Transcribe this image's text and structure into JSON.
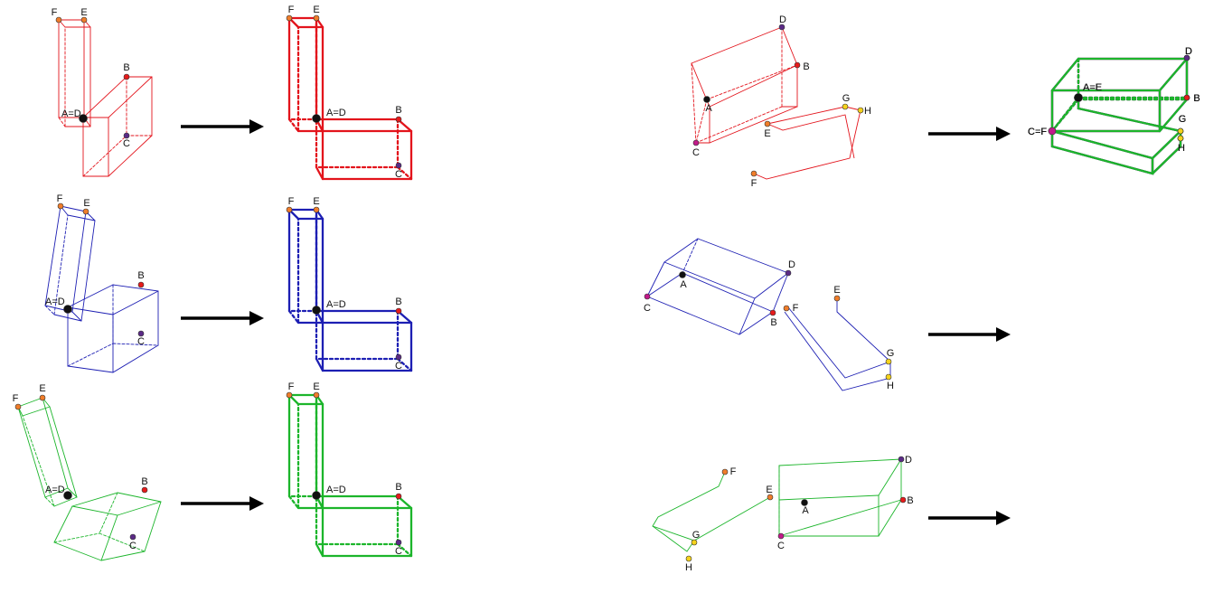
{
  "colors": {
    "red": "#e3141c",
    "blue": "#1d1fb3",
    "green": "#1cb52b",
    "arrow": "#000000",
    "point_orange": "#f07d2a",
    "point_red": "#e61b1b",
    "point_magenta": "#c21a8a",
    "point_yellow": "#f5d21c",
    "point_purple": "#5b2a86",
    "point_black": "#111111"
  },
  "point_labels": {
    "A": "A",
    "B": "B",
    "C": "C",
    "D": "D",
    "E": "E",
    "F": "F",
    "G": "G",
    "H": "H",
    "AD": "A=D",
    "AE": "A=E",
    "CF": "C=F"
  },
  "rows": [
    {
      "color": "red",
      "left_panel": "before-after",
      "right_panel": "before-after"
    },
    {
      "color": "blue",
      "left_panel": "before-after",
      "right_panel": "before-after"
    },
    {
      "color": "green",
      "left_panel": "before-after",
      "right_panel": "before-after"
    }
  ],
  "arrow_icon": "right-arrow-icon"
}
